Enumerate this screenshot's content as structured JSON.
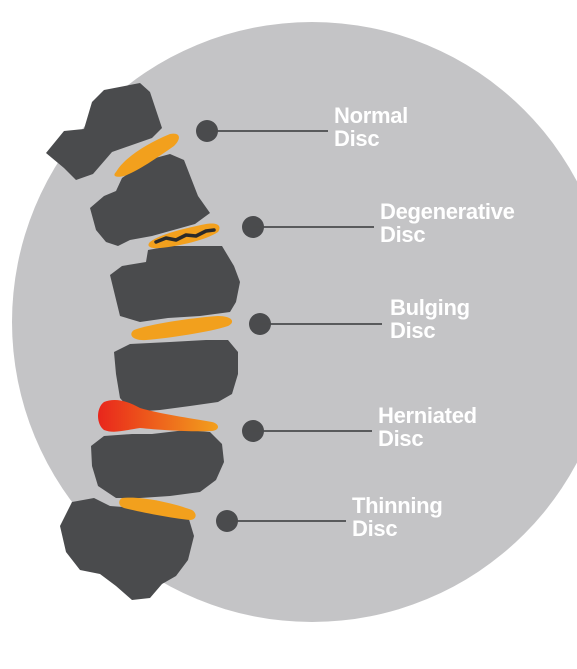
{
  "colors": {
    "background": "#ffffff",
    "circle": "#c4c4c6",
    "vertebra": "#4a4b4d",
    "disc_normal": "#f2a01d",
    "disc_herniation": "#e8261c",
    "connector": "#4a4b4d",
    "label_text": "#ffffff"
  },
  "labels": [
    {
      "id": "normal",
      "line1": "Normal",
      "line2": "Disc"
    },
    {
      "id": "degenerative",
      "line1": "Degenerative",
      "line2": "Disc"
    },
    {
      "id": "bulging",
      "line1": "Bulging",
      "line2": "Disc"
    },
    {
      "id": "herniated",
      "line1": "Herniated",
      "line2": "Disc"
    },
    {
      "id": "thinning",
      "line1": "Thinning",
      "line2": "Disc"
    }
  ]
}
